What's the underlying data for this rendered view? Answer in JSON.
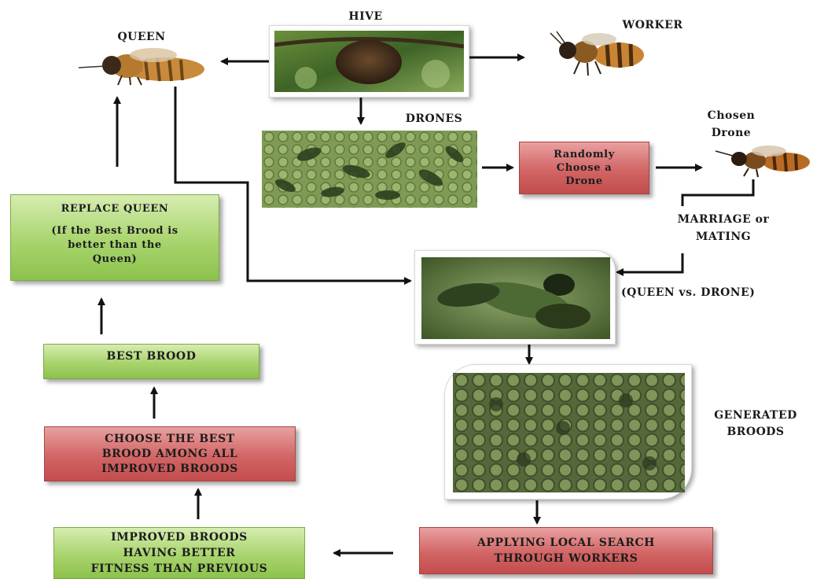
{
  "labels": {
    "hive": "HIVE",
    "queen": "QUEEN",
    "worker": "WORKER",
    "drones": "DRONES",
    "chosen_drone": "Chosen\nDrone",
    "marriage": "MARRIAGE or\nMATING",
    "queen_vs_drone": "(QUEEN vs. DRONE)",
    "generated_broods": "GENERATED\nBROODS"
  },
  "boxes": {
    "randomly_choose": "Randomly\nChoose a\nDrone",
    "replace_queen_title": "REPLACE QUEEN",
    "replace_queen_note": "(If the Best Brood is\nbetter than the\nQueen)",
    "best_brood": "BEST BROOD",
    "choose_best": "CHOOSE THE BEST\nBROOD AMONG ALL\nIMPROVED BROODS",
    "improved_broods": "IMPROVED BROODS\nHAVING BETTER\nFITNESS THAN PREVIOUS",
    "local_search": "APPLYING LOCAL SEARCH\nTHROUGH WORKERS"
  },
  "colors": {
    "green_box": "#a8d46d",
    "red_box": "#d26565",
    "arrow": "#111111"
  }
}
